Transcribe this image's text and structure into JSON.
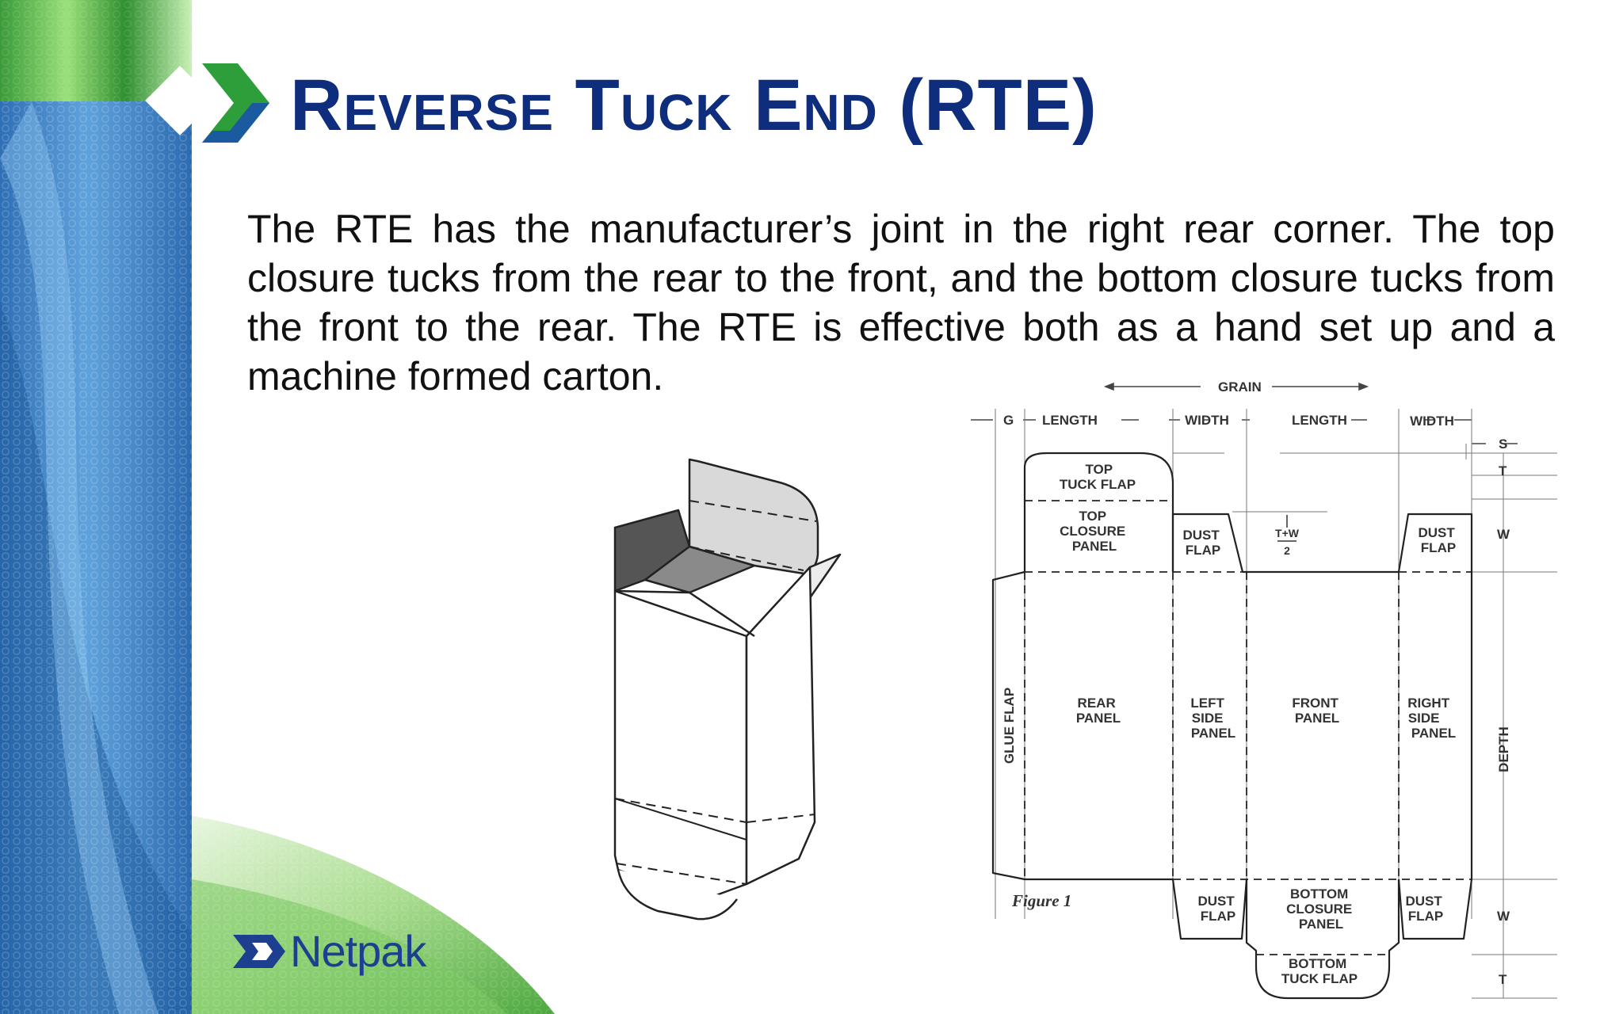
{
  "slide": {
    "title": "Reverse Tuck End (RTE)",
    "body": "The RTE has the manufacturer’s joint in the right rear corner. The top closure tucks from the rear to the front, and the bottom closure tucks from the front to the rear. The RTE is effective both as a hand set up and a machine formed carton."
  },
  "logo": {
    "text": "Netpak",
    "icon": "netpak-arrow-icon"
  },
  "diagram": {
    "dimensions": {
      "grain": "GRAIN",
      "g": "G",
      "length_1": "LENGTH",
      "width_1": "WIDTH",
      "length_2": "LENGTH",
      "width_2": "WIDTH",
      "s": "S",
      "t_top": "T",
      "w_top": "W",
      "depth": "DEPTH",
      "w_bottom": "W",
      "t_bottom": "T",
      "tw_num": "T+W",
      "tw_den": "2"
    },
    "panels": {
      "top_tuck_flap": [
        "TOP",
        "TUCK FLAP"
      ],
      "top_closure_panel": [
        "TOP",
        "CLOSURE",
        "PANEL"
      ],
      "dust_flap_tl": [
        "DUST",
        "FLAP"
      ],
      "dust_flap_tr": [
        "DUST",
        "FLAP"
      ],
      "glue_flap": "GLUE FLAP",
      "rear_panel": [
        "REAR",
        "PANEL"
      ],
      "left_side_panel": [
        "LEFT",
        "SIDE",
        "PANEL"
      ],
      "front_panel": [
        "FRONT",
        "PANEL"
      ],
      "right_side_panel": [
        "RIGHT",
        "SIDE",
        "PANEL"
      ],
      "dust_flap_bl": [
        "DUST",
        "FLAP"
      ],
      "bottom_closure_panel": [
        "BOTTOM",
        "CLOSURE",
        "PANEL"
      ],
      "dust_flap_br": [
        "DUST",
        "FLAP"
      ],
      "bottom_tuck_flap": [
        "BOTTOM",
        "TUCK FLAP"
      ]
    },
    "figure_caption": "Figure 1"
  }
}
